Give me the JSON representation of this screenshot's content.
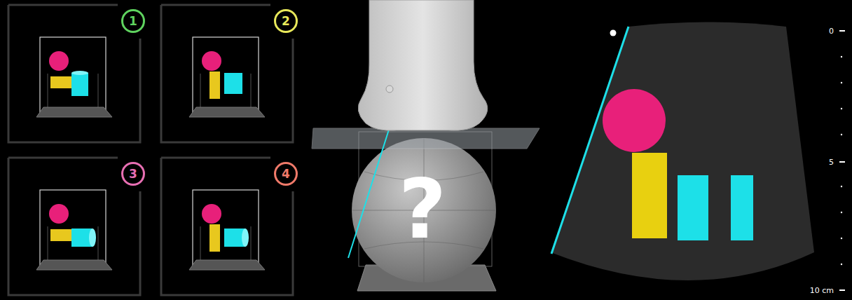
{
  "diagram": {
    "nodes": [
      {
        "text": [
          "1"
        ]
      },
      {
        "text": [
          "2"
        ]
      },
      {
        "text": [
          "3"
        ]
      },
      {
        "text": [
          "4"
        ]
      }
    ],
    "labels": [
      "?",
      "0",
      "5",
      "10 cm"
    ]
  }
}
